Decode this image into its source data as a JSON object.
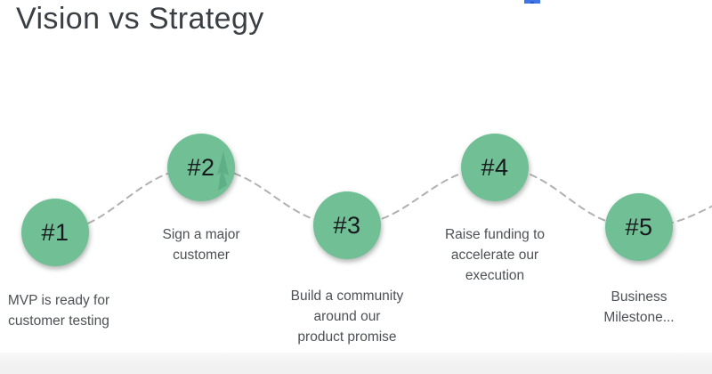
{
  "slide": {
    "title": "Vision vs Strategy"
  },
  "milestones": [
    {
      "number": "#1",
      "lines": [
        "MVP is ready for",
        "customer testing"
      ]
    },
    {
      "number": "#2",
      "lines": [
        "Sign a major",
        "customer"
      ]
    },
    {
      "number": "#3",
      "lines": [
        "Build a community",
        "around our",
        "product promise"
      ]
    },
    {
      "number": "#4",
      "lines": [
        "Raise funding to",
        "accelerate our",
        "execution"
      ]
    },
    {
      "number": "#5",
      "lines": [
        "Business",
        "Milestone..."
      ]
    }
  ],
  "colors": {
    "circle_fill": "#70bf95",
    "dashed_path": "#b1b1b1",
    "title_text": "#3a3f44",
    "caption_text": "#4d5156",
    "number_text": "#17191c",
    "bottom_band": "#f1f1f2",
    "blue_fragment": "#3f74e8"
  }
}
